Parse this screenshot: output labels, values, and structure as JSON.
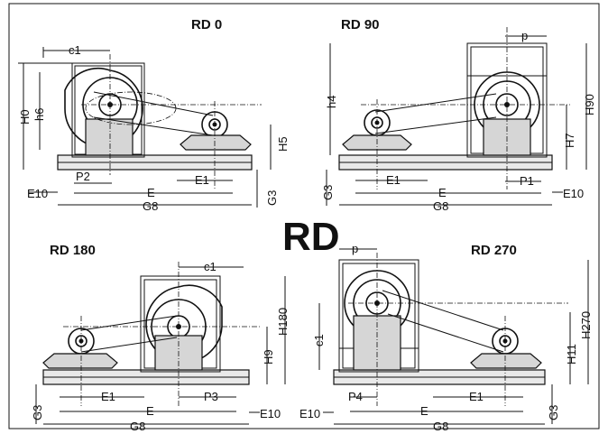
{
  "title": "RD",
  "views": {
    "rd0": {
      "title": "RD 0",
      "labels": {
        "c1": "c1",
        "H0": "H0",
        "h6": "h6",
        "H5": "H5",
        "P2": "P2",
        "E1": "E1",
        "E10": "E10",
        "E": "E",
        "G8": "G8",
        "G3": "G3"
      }
    },
    "rd90": {
      "title": "RD 90",
      "labels": {
        "p": "p",
        "h4": "h4",
        "H90": "H90",
        "H7": "H7",
        "G3": "G3",
        "E1": "E1",
        "E": "E",
        "P1": "P1",
        "E10": "E10",
        "G8": "G8"
      }
    },
    "rd180": {
      "title": "RD 180",
      "labels": {
        "c1": "c1",
        "H180": "H180",
        "H9": "H9",
        "E1": "E1",
        "P3": "P3",
        "G3": "G3",
        "E": "E",
        "E10": "E10",
        "G8": "G8"
      }
    },
    "rd270": {
      "title": "RD 270",
      "labels": {
        "p": "p",
        "c1": "c1",
        "H270": "H270",
        "H11": "H11",
        "P4": "P4",
        "E1": "E1",
        "E10": "E10",
        "E": "E",
        "G8": "G8",
        "G3": "G3"
      }
    }
  }
}
